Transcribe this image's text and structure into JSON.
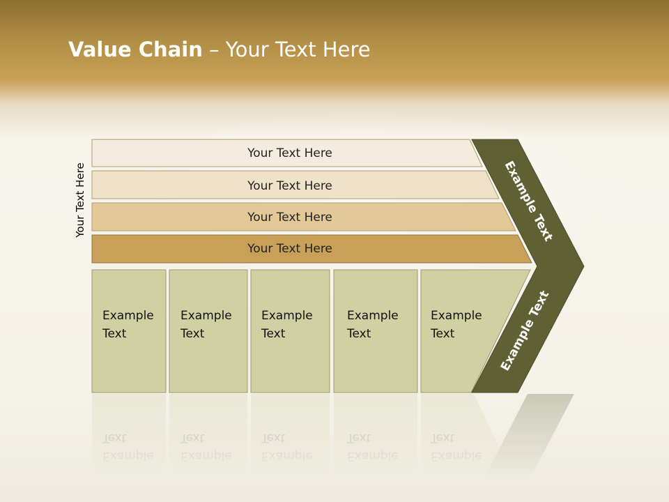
{
  "slide": {
    "title_bold": "Value Chain",
    "title_rest": " – Your Text Here",
    "side_label": "Your Text Here",
    "bars": [
      "Your Text Here",
      "Your Text Here",
      "Your Text Here",
      "Your Text Here"
    ],
    "cells": [
      {
        "line1": "Example",
        "line2": "Text"
      },
      {
        "line1": "Example",
        "line2": "Text"
      },
      {
        "line1": "Example",
        "line2": "Text"
      },
      {
        "line1": "Example",
        "line2": "Text"
      },
      {
        "line1": "Example",
        "line2": "Text"
      }
    ],
    "arrow_top": "Example Text",
    "arrow_bottom": "Example Text"
  },
  "colors": {
    "bar_fills": [
      "#f5ece0",
      "#efe2c8",
      "#e3c998",
      "#c9a058"
    ],
    "cell_fill": "#d0d0a2",
    "arrow_fill": "#5f6134"
  }
}
